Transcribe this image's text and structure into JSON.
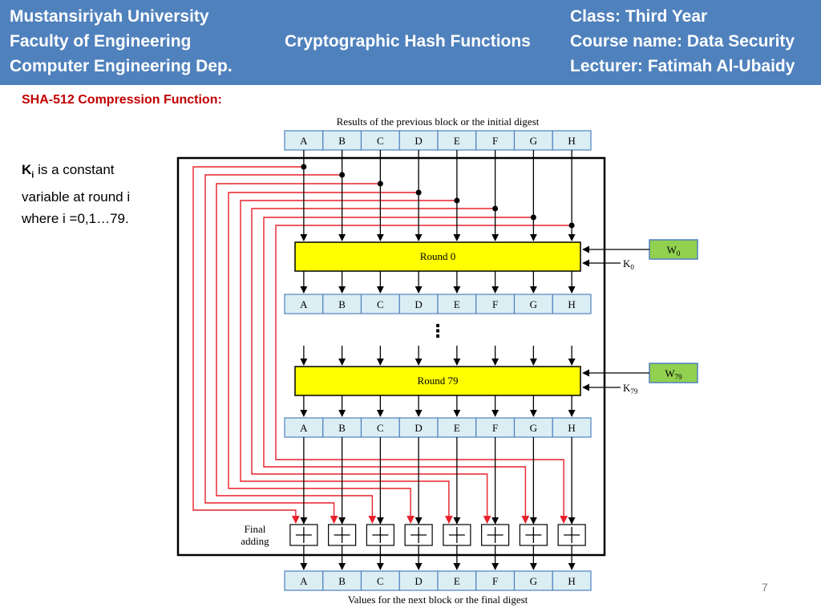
{
  "header": {
    "university": "Mustansiriyah University",
    "faculty": "Faculty of Engineering",
    "department": "Computer Engineering Dep.",
    "topic": "Cryptographic Hash Functions",
    "class_line": "Class: Third Year",
    "course_line": "Course name: Data Security",
    "lecturer_line": "Lecturer: Fatimah Al-Ubaidy"
  },
  "section_title": "SHA-512 Compression Function:",
  "note": {
    "k_letter": "K",
    "k_sub": "i",
    "line1_rest": " is a constant",
    "line2": "variable at round i",
    "line3": "where i =0,1…79."
  },
  "diagram": {
    "top_caption": "Results of the previous block or the initial digest",
    "bottom_caption": "Values for the next block or the final digest",
    "registers": [
      "A",
      "B",
      "C",
      "D",
      "E",
      "F",
      "G",
      "H"
    ],
    "round0_label": "Round 0",
    "round79_label": "Round 79",
    "w0": {
      "base": "W",
      "sub": "0"
    },
    "k0": {
      "base": "K",
      "sub": "0"
    },
    "w79": {
      "base": "W",
      "sub": "79"
    },
    "k79": {
      "base": "K",
      "sub": "79"
    },
    "final_adding": [
      "Final",
      "adding"
    ],
    "ellipsis": "⋮",
    "colors": {
      "register_fill": "#dbeef4",
      "register_stroke": "#4f81bd",
      "round_fill": "#ffff00",
      "w_fill": "#92d050",
      "feedback_line": "#e8202a",
      "arrow": "#000000"
    }
  },
  "page_number": "7"
}
